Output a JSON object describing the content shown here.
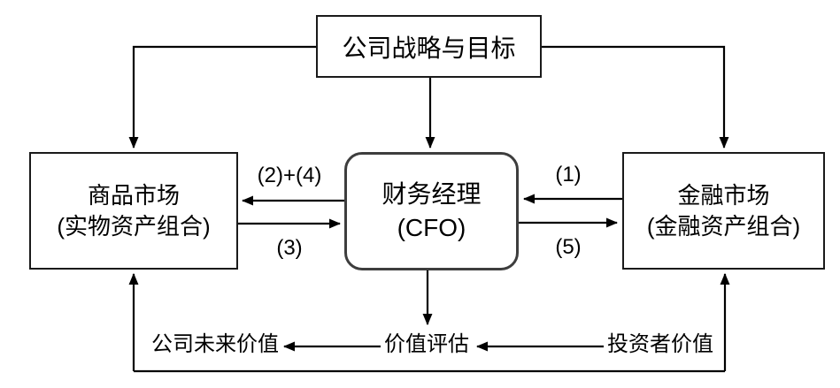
{
  "diagram": {
    "nodes": {
      "strategy": {
        "line1": "公司战略与目标"
      },
      "commodity_market": {
        "line1": "商品市场",
        "line2": "(实物资产组合)"
      },
      "cfo": {
        "line1": "财务经理",
        "line2": "(CFO)"
      },
      "financial_market": {
        "line1": "金融市场",
        "line2": "(金融资产组合)"
      }
    },
    "edge_labels": {
      "financial_to_cfo": "(1)",
      "cfo_to_commodity": "(2)+(4)",
      "commodity_to_cfo": "(3)",
      "cfo_to_financial": "(5)"
    },
    "bottom_labels": {
      "company_future_value": "公司未来价值",
      "value_assessment": "价值评估",
      "investor_value": "投资者价值"
    },
    "colors": {
      "line_color": "#000000",
      "box_border": "#1a1a1a",
      "cfo_border": "#3d3d3d",
      "bg": "#ffffff",
      "text_color": "#000000"
    }
  }
}
